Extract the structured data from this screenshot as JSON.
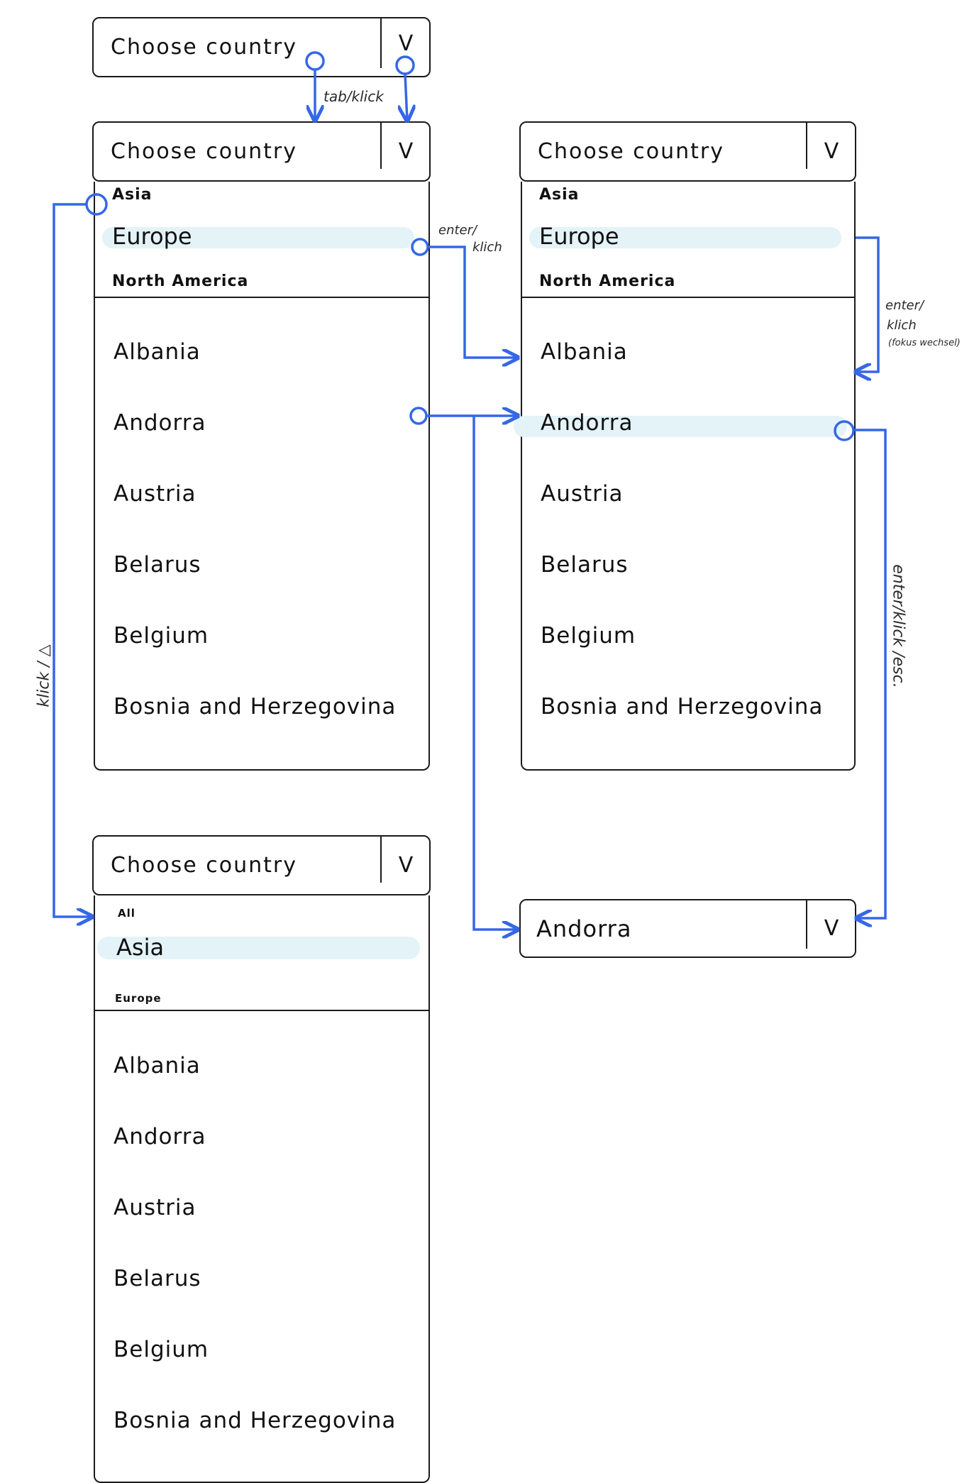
{
  "colors": {
    "arrow": "#3567e6",
    "highlight": "#e3f3f8",
    "stroke": "#1a1a1a"
  },
  "icons": {
    "caret": "chevron-down-icon"
  },
  "dropdown_closed": {
    "placeholder": "Choose country",
    "caret": "V"
  },
  "dropdown_open_region": {
    "placeholder": "Choose country",
    "caret": "V",
    "regions": {
      "above": "Asia",
      "current": "Europe",
      "below": "North America"
    },
    "countries": [
      "Albania",
      "Andorra",
      "Austria",
      "Belarus",
      "Belgium",
      "Bosnia and Herzegovina"
    ]
  },
  "dropdown_focus_country": {
    "placeholder": "Choose country",
    "caret": "V",
    "regions": {
      "above": "Asia",
      "current": "Europe",
      "below": "North America"
    },
    "countries": [
      "Albania",
      "Andorra",
      "Austria",
      "Belarus",
      "Belgium",
      "Bosnia and Herzegovina"
    ]
  },
  "dropdown_prev_region": {
    "placeholder": "Choose country",
    "caret": "V",
    "regions": {
      "above": "All",
      "current": "Asia",
      "below": "Europe"
    },
    "countries": [
      "Albania",
      "Andorra",
      "Austria",
      "Belarus",
      "Belgium",
      "Bosnia and Herzegovina"
    ]
  },
  "dropdown_selected": {
    "value": "Andorra",
    "caret": "V"
  },
  "annotations": {
    "tab_click": "tab/klick",
    "enter_click": [
      "enter/",
      "klich"
    ],
    "enter_click_focus": [
      "enter/",
      "klich",
      "(fokus wechsel)"
    ],
    "enter_click_esc": "enter/klick /esc.",
    "click_arrow": "klick / △"
  }
}
